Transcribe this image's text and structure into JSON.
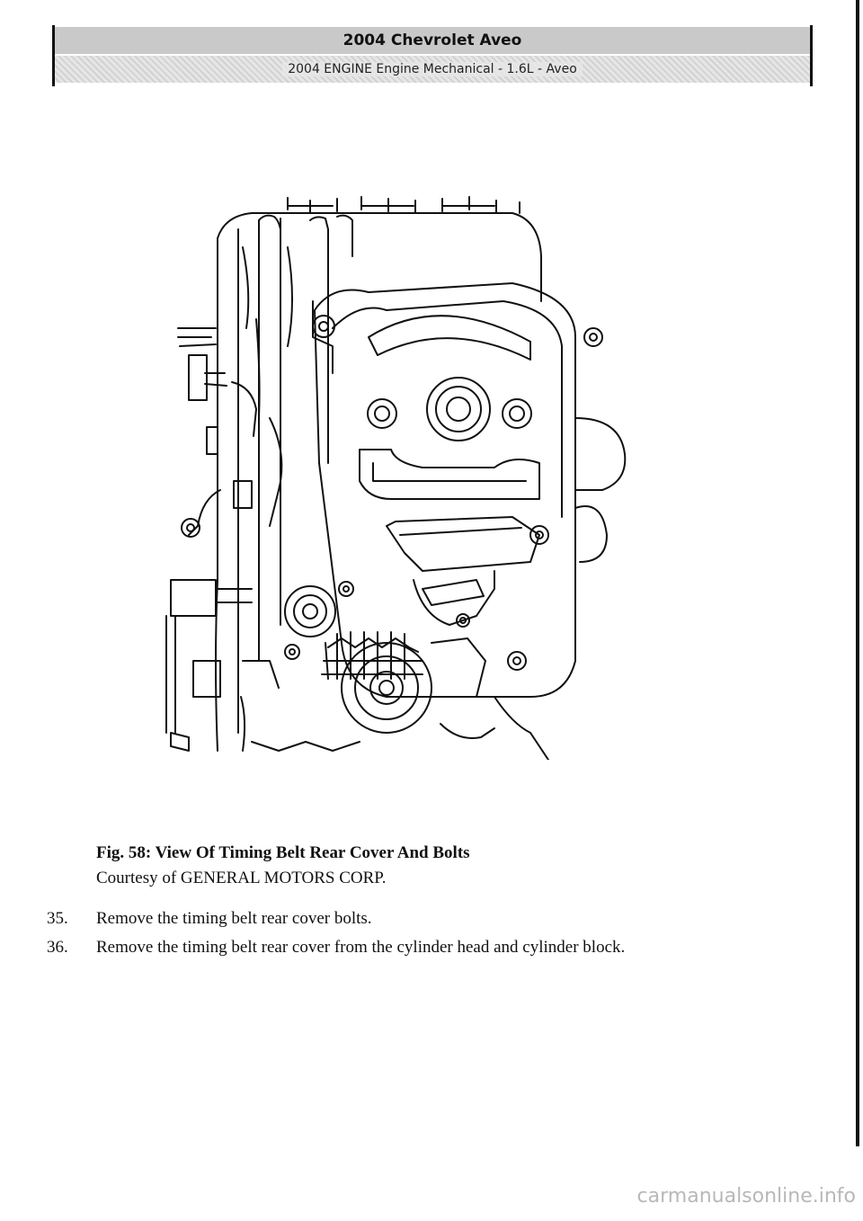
{
  "header": {
    "title": "2004 Chevrolet Aveo",
    "subtitle": "2004 ENGINE Engine Mechanical - 1.6L - Aveo"
  },
  "figure": {
    "caption_title": "Fig. 58: View Of Timing Belt Rear Cover And Bolts",
    "caption_credit": "Courtesy of GENERAL MOTORS CORP."
  },
  "steps": [
    {
      "number": "35.",
      "text": "Remove the timing belt rear cover bolts."
    },
    {
      "number": "36.",
      "text": "Remove the timing belt rear cover from the cylinder head and cylinder block."
    }
  ],
  "watermark": "carmanualsonline.info"
}
